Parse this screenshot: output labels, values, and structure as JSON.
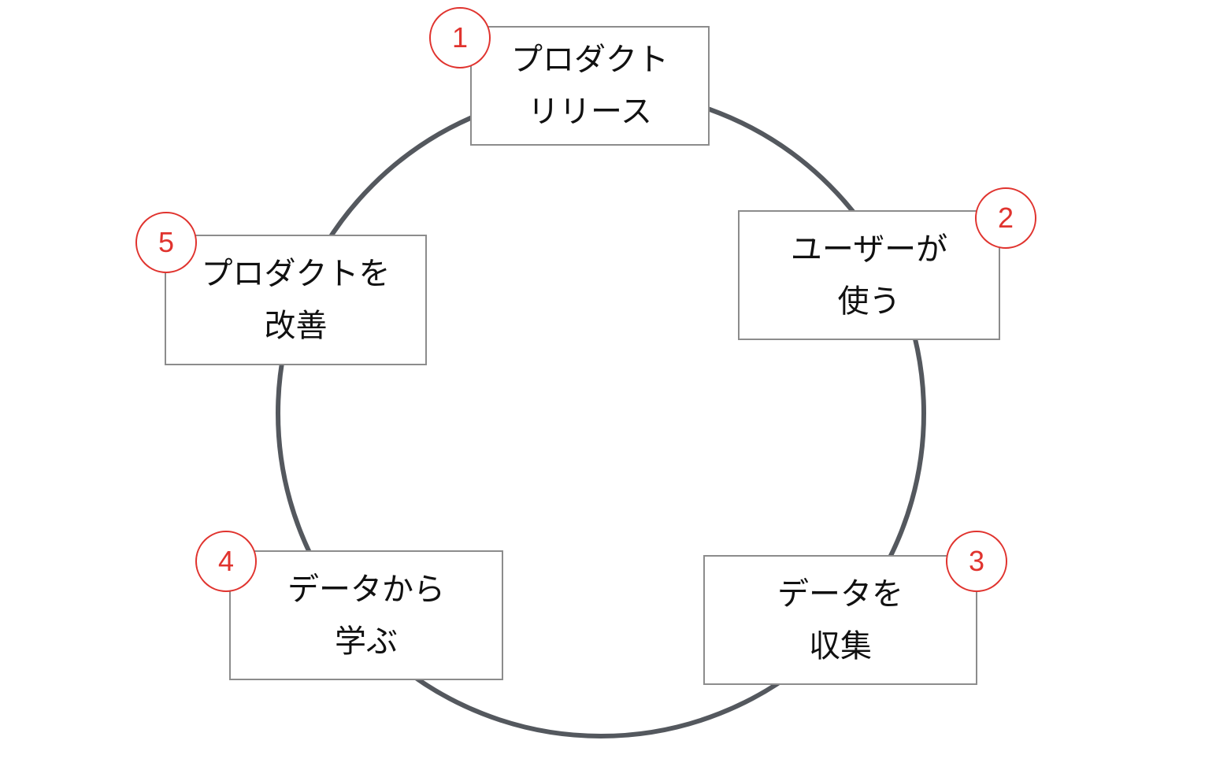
{
  "diagram": {
    "circle_color": "#54585e",
    "badge_color": "#e0332e",
    "box_border_color": "#8c8c8c",
    "steps": [
      {
        "number": "1",
        "line1": "プロダクト",
        "line2": "リリース"
      },
      {
        "number": "2",
        "line1": "ユーザーが",
        "line2": "使う"
      },
      {
        "number": "3",
        "line1": "データを",
        "line2": "収集"
      },
      {
        "number": "4",
        "line1": "データから",
        "line2": "学ぶ"
      },
      {
        "number": "5",
        "line1": "プロダクトを",
        "line2": "改善"
      }
    ]
  }
}
